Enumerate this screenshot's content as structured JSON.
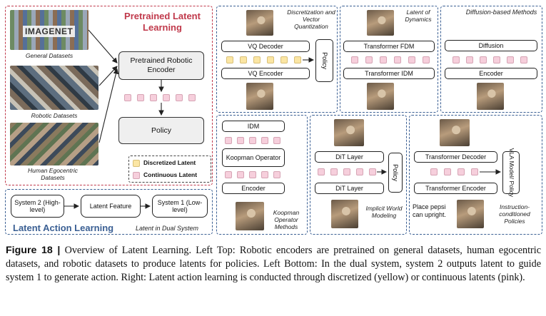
{
  "pretrained": {
    "title": "Pretrained Latent Learning",
    "datasets": [
      "General Datasets",
      "Robotic Datasets",
      "Human Egocentric Datasets"
    ],
    "imagenet_logo": "IMAGENET",
    "encoder": "Pretrained Robotic Encoder",
    "policy": "Policy"
  },
  "legend": {
    "discretized": "Discretized Latent",
    "continuous": "Continuous Latent"
  },
  "dual": {
    "title": "Latent Action Learning",
    "system2": "System 2 (High-level)",
    "latent_feature": "Latent Feature",
    "system1": "System 1 (Low-level)",
    "caption": "Latent in Dual System"
  },
  "vq": {
    "title": "Discretization and Vector Quantization",
    "decoder": "VQ Decoder",
    "encoder": "VQ Encoder",
    "policy": "Policy"
  },
  "dynamics": {
    "title": "Latent of Dynamics",
    "fdm": "Transformer FDM",
    "idm": "Transformer IDM"
  },
  "diffusion": {
    "title": "Diffusion-based Methods",
    "diffusion": "Diffusion",
    "encoder": "Encoder"
  },
  "koopman": {
    "idm": "IDM",
    "operator": "Koopman Operator",
    "encoder": "Encoder",
    "caption": "Koopman Operator Methods"
  },
  "world": {
    "dit_top": "DiT Layer",
    "dit_bottom": "DiT Layer",
    "policy": "Policy",
    "caption": "Implicit World Modeling"
  },
  "instr": {
    "decoder": "Transformer Decoder",
    "encoder": "Transformer Encoder",
    "vla": "VLA Model/ Policy",
    "instruction": "Place pepsi can upright.",
    "caption": "Instruction-conditioned Policies"
  },
  "caption": {
    "label": "Figure 18 |",
    "text": "Overview of Latent Learning. Left Top: Robotic encoders are pretrained on general datasets, human egocentric datasets, and robotic datasets to produce latents for policies. Left Bottom: In the dual system, system 2 outputs latent to guide system 1 to generate action. Right: Latent action learning is conducted through discretized (yellow) or continuous latents (pink)."
  },
  "colors": {
    "red": "#c0394b",
    "blue": "#3a5f93",
    "pink": "#f6cfdc",
    "yellow": "#fbe6a4"
  }
}
